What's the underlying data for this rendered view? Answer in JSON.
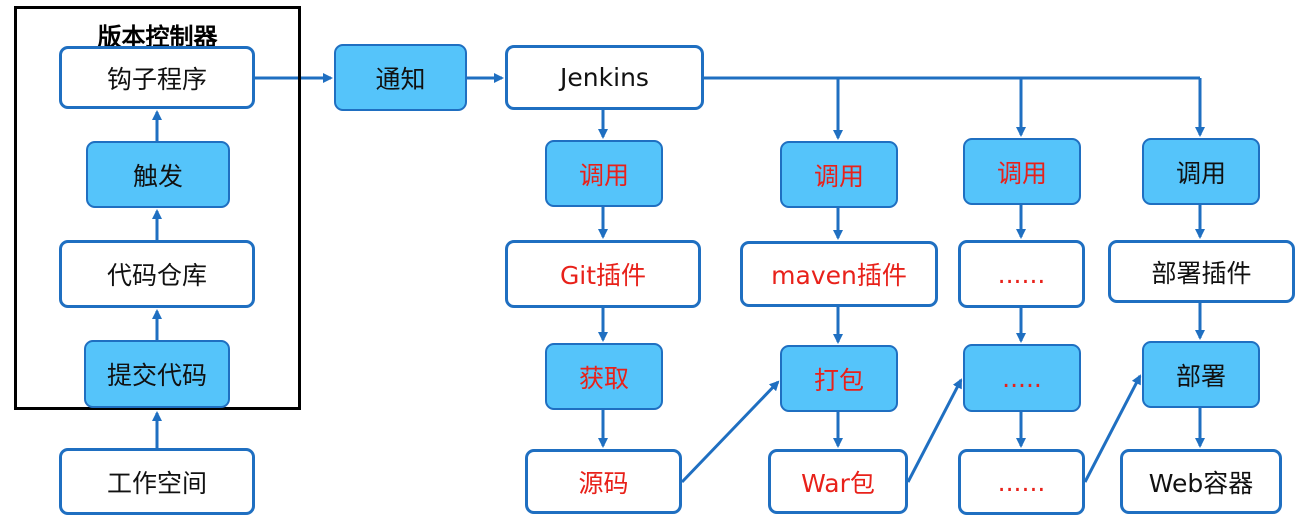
{
  "colors": {
    "accent": "#1f6fc1",
    "box_fill": "#55c4fa",
    "red_text": "#e8211a",
    "black_text": "#111111"
  },
  "vcs": {
    "title": "版本控制器",
    "hook": "钩子程序",
    "trigger": "触发",
    "repo": "代码仓库",
    "commit": "提交代码"
  },
  "workspace": "工作空间",
  "notify": "通知",
  "jenkins": "Jenkins",
  "branch_git": {
    "call": "调用",
    "plugin": "Git插件",
    "step": "获取",
    "output": "源码"
  },
  "branch_maven": {
    "call": "调用",
    "plugin": "maven插件",
    "step": "打包",
    "output": "War包"
  },
  "branch_other": {
    "call": "调用",
    "plugin": "......",
    "step": ".....",
    "output": "......"
  },
  "branch_deploy": {
    "call": "调用",
    "plugin": "部署插件",
    "step": "部署",
    "output": "Web容器"
  }
}
